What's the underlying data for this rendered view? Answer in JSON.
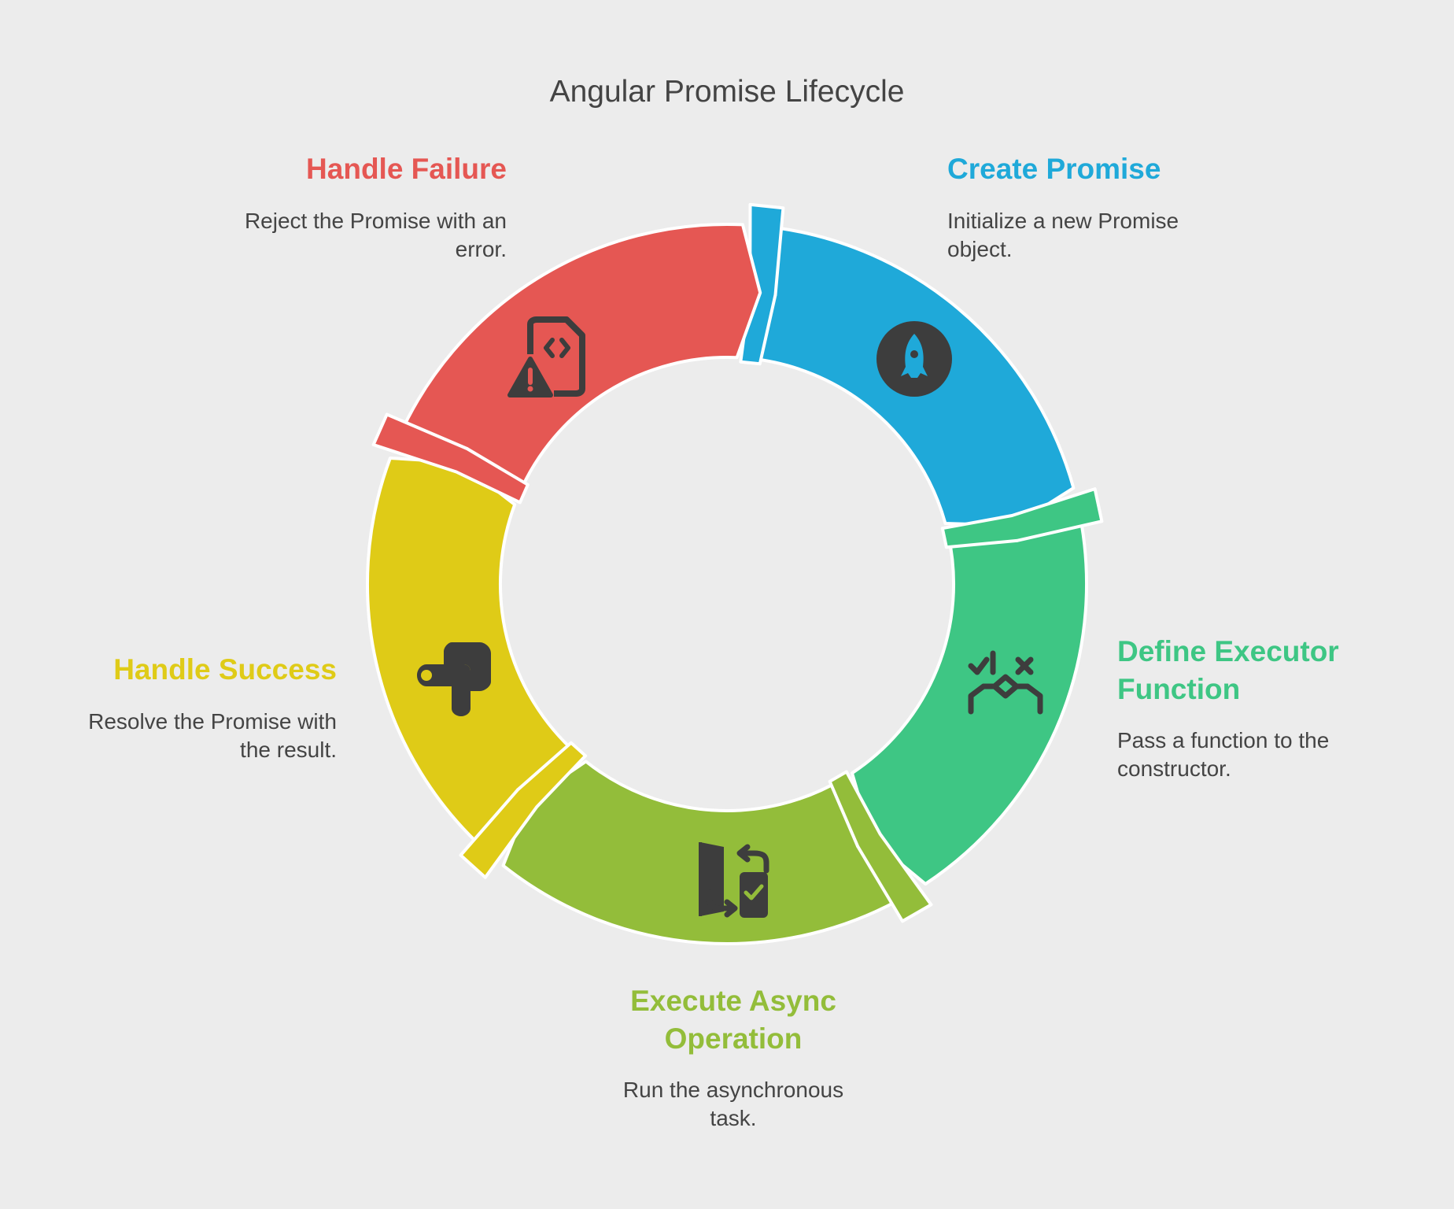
{
  "title": "Angular Promise Lifecycle",
  "steps": [
    {
      "title": "Create Promise",
      "description": "Initialize a new Promise object.",
      "color": "#1fa9d9",
      "icon": "rocket-icon"
    },
    {
      "title": "Define Executor Function",
      "description": "Pass a function to the constructor.",
      "color": "#3ec684",
      "icon": "claw-check-cross-icon"
    },
    {
      "title": "Execute Async Operation",
      "description": "Run the asynchronous task.",
      "color": "#93bd3a",
      "icon": "door-phone-transfer-icon"
    },
    {
      "title": "Handle Success",
      "description": "Resolve the Promise with the result.",
      "color": "#dfcb17",
      "icon": "google-tag-manager-icon"
    },
    {
      "title": "Handle Failure",
      "description": "Reject the Promise with an error.",
      "color": "#e55753",
      "icon": "code-file-warning-icon"
    }
  ]
}
